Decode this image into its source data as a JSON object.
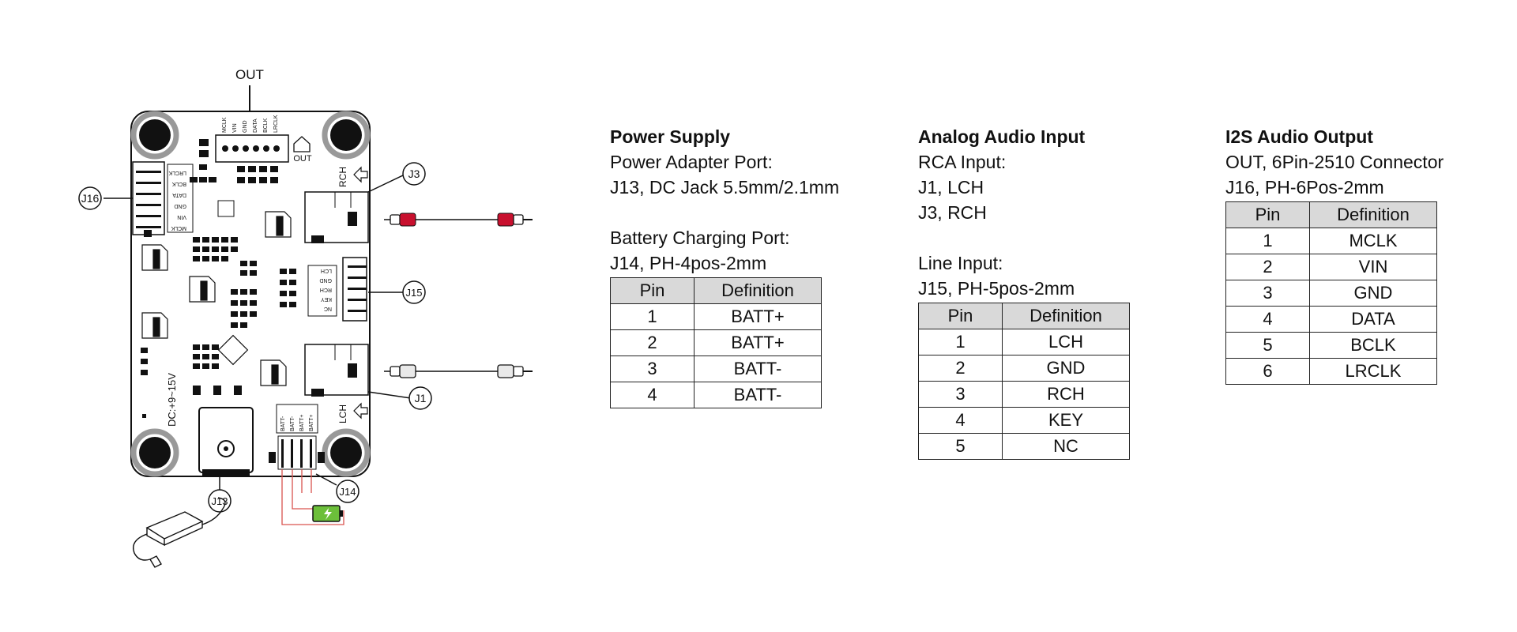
{
  "board": {
    "callouts": {
      "out": "OUT",
      "j16": "J16",
      "j3": "J3",
      "j15": "J15",
      "j1": "J1",
      "j13": "J13",
      "j14": "J14"
    },
    "silk": {
      "out_header": "OUT",
      "rch": "RCH",
      "lch": "LCH",
      "dc": "DC:+9~15V",
      "out_pins": [
        "MCLK",
        "VIN",
        "GND",
        "DATA",
        "BCLK",
        "LRCLK"
      ],
      "j16_pins": [
        "LRCLK",
        "BCLK",
        "DATA",
        "GND",
        "VIN",
        "MCLK"
      ],
      "j15_pins": [
        "LCH",
        "GND",
        "RCH",
        "KEY",
        "NC"
      ],
      "batt_pins": [
        "BATT-",
        "BATT-",
        "BATT+",
        "BATT+"
      ]
    },
    "colors": {
      "red_plug": "#c8102e",
      "battery": "#6cbf3a",
      "wire_red": "#d9534f"
    }
  },
  "power": {
    "title": "Power Supply",
    "line1": "Power Adapter Port:",
    "line2": "J13, DC Jack 5.5mm/2.1mm",
    "line3": "Battery Charging Port:",
    "line4": "J14, PH-4pos-2mm",
    "table": {
      "headers": [
        "Pin",
        "Definition"
      ],
      "rows": [
        [
          "1",
          "BATT+"
        ],
        [
          "2",
          "BATT+"
        ],
        [
          "3",
          "BATT-"
        ],
        [
          "4",
          "BATT-"
        ]
      ]
    }
  },
  "analog": {
    "title": "Analog Audio Input",
    "line1": "RCA Input:",
    "line2": "J1, LCH",
    "line3": "J3, RCH",
    "line4": "Line Input:",
    "line5": "J15, PH-5pos-2mm",
    "table": {
      "headers": [
        "Pin",
        "Definition"
      ],
      "rows": [
        [
          "1",
          "LCH"
        ],
        [
          "2",
          "GND"
        ],
        [
          "3",
          "RCH"
        ],
        [
          "4",
          "KEY"
        ],
        [
          "5",
          "NC"
        ]
      ]
    }
  },
  "i2s": {
    "title": "I2S Audio Output",
    "line1": "OUT, 6Pin-2510 Connector",
    "line2": "J16, PH-6Pos-2mm",
    "table": {
      "headers": [
        "Pin",
        "Definition"
      ],
      "rows": [
        [
          "1",
          "MCLK"
        ],
        [
          "2",
          "VIN"
        ],
        [
          "3",
          "GND"
        ],
        [
          "4",
          "DATA"
        ],
        [
          "5",
          "BCLK"
        ],
        [
          "6",
          "LRCLK"
        ]
      ]
    }
  }
}
